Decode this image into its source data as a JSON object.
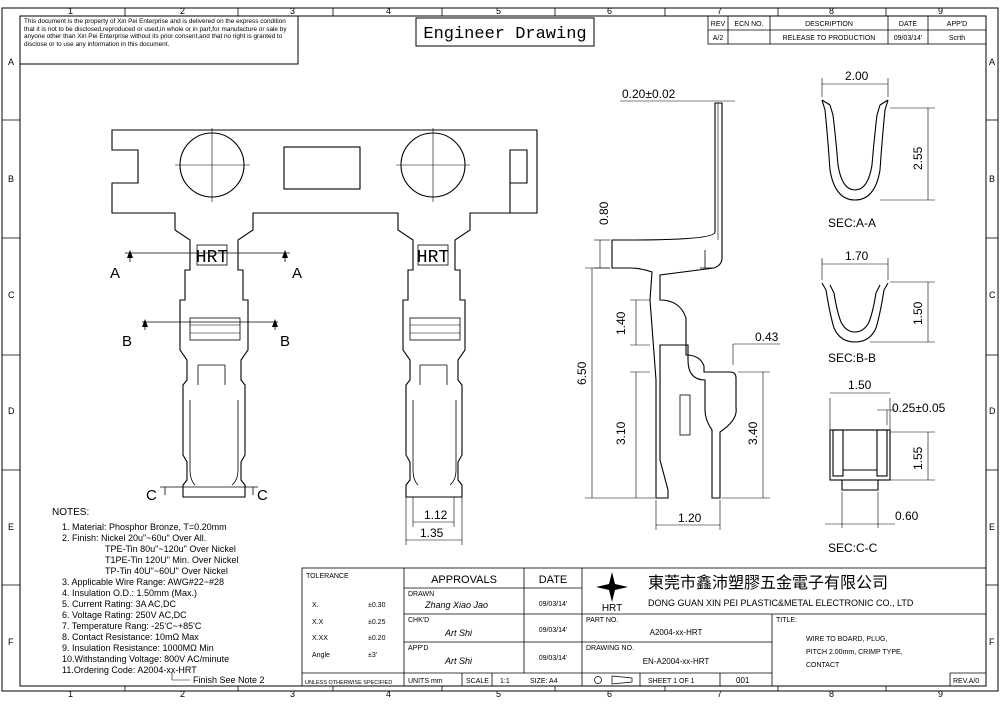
{
  "border": {
    "columns": [
      "1",
      "2",
      "3",
      "4",
      "5",
      "6",
      "7",
      "8",
      "9"
    ],
    "rows": [
      "A",
      "B",
      "C",
      "D",
      "E",
      "F"
    ]
  },
  "disclaimer": "This document is the property of Xin Pei Enterprise and is delivered on the express condition that it is not to be disclosed,reproduced or used,in whole or in part,for manufacture or sale by anyone other than Xin Pei Enterprise without its prior consent,and that no right is granted to disclose or to use any information in this document.",
  "title_box": "Engineer Drawing",
  "revision_table": {
    "headers": [
      "REV",
      "ECN NO.",
      "DESCRIPTION",
      "DATE",
      "APP'D"
    ],
    "rows": [
      [
        "A/2",
        "",
        "RELEASE TO PRODUCTION",
        "09/03/14'",
        "Scrth"
      ]
    ]
  },
  "labels": {
    "section_a": "A",
    "section_b": "B",
    "section_c": "C",
    "logo_text": "HRT",
    "sec_aa": "SEC:A-A",
    "sec_bb": "SEC:B-B",
    "sec_cc": "SEC:C-C"
  },
  "dimensions": {
    "thickness": "0.20±0.02",
    "d080": "0.80",
    "d140": "1.40",
    "d650": "6.50",
    "d310": "3.10",
    "d340": "3.40",
    "d043": "0.43",
    "d120": "1.20",
    "d112": "1.12",
    "d135": "1.35",
    "d200": "2.00",
    "d255": "2.55",
    "d170": "1.70",
    "d150": "1.50",
    "d150c": "1.50",
    "d025": "0.25±0.05",
    "d155": "1.55",
    "d060": "0.60"
  },
  "notes": {
    "heading": "NOTES:",
    "lines": [
      "1. Material: Phosphor Bronze, T=0.20mm",
      "2. Finish: Nickel 20u\"~60u\" Over All.",
      "TPE-Tin 80u\"~120u\" Over Nickel",
      "T1PE-Tin 120U\" Min. Over Nickel",
      "TP-Tin 40U\"~60U\" Over Nickel",
      "3. Applicable Wire Range: AWG#22~#28",
      "4. Insulation O.D.: 1.50mm (Max.)",
      "5. Current Rating: 3A AC,DC",
      "6. Voltage Rating: 250V AC,DC",
      "7. Temperature Rang: -25'C~+85'C",
      "8. Contact Resistance: 10mΩ Max",
      "9. Insulation Resistance: 1000MΩ Min",
      "10.Withstanding Voltage: 800V AC/minute",
      "11.Ordering Code: A2004-xx-HRT"
    ],
    "finish_note": "Finish See Note 2"
  },
  "title_block": {
    "tolerance_header": "TOLERANCE",
    "tolerances": [
      [
        "X.",
        "±0.30"
      ],
      [
        "X.X",
        "±0.25"
      ],
      [
        "X.XX",
        "±0.20"
      ],
      [
        "Angle",
        "±3'"
      ]
    ],
    "unless": "UNLESS OTHERWISE SPECIFIED",
    "approvals_header": "APPROVALS",
    "date_header": "DATE",
    "drawn_label": "DRAWN",
    "drawn_name": "Zhang Xiao Jao",
    "drawn_date": "09/03/14'",
    "chkd_label": "CHK'D",
    "chkd_name": "Art Shi",
    "chkd_date": "09/03/14'",
    "appd_label": "APP'D",
    "appd_name": "Art Shi",
    "appd_date": "09/03/14'",
    "units": "UNITS mm",
    "scale_label": "SCALE",
    "scale_value": "1:1",
    "size": "SIZE: A4",
    "company_cn": "東莞市鑫沛塑膠五金電子有限公司",
    "company_en": "DONG GUAN XIN PEI PLASTIC&METAL ELECTRONIC CO., LTD",
    "logo": "HRT",
    "part_no_label": "PART NO.",
    "part_no": "A2004-xx-HRT",
    "drawing_no_label": "DRAWING NO.",
    "drawing_no": "EN-A2004-xx-HRT",
    "sheet": "SHEET 1 OF 1",
    "sheet_code": "001",
    "title_label": "TITLE:",
    "title_lines": [
      "WIRE TO BOARD, PLUG,",
      "PITCH 2.00mm, CRIMP TYPE,",
      "CONTACT"
    ],
    "rev": "REV.A/0"
  }
}
